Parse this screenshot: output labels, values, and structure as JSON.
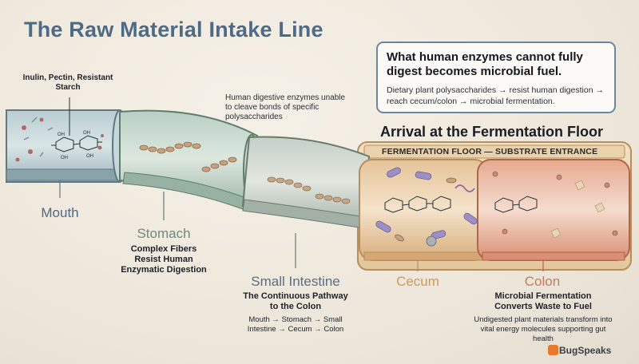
{
  "title": "The Raw Material Intake Line",
  "callout": {
    "heading": "What human enzymes cannot fully digest becomes microbial fuel.",
    "body": "Dietary plant polysaccharides → resist human digestion → reach cecum/colon → microbial fermentation."
  },
  "annotations": {
    "inulin": "Inulin, Pectin, Resistant Starch",
    "enzymes": "Human digestive enzymes unable to cleave bonds of specific polysaccharides"
  },
  "fermentation": {
    "heading": "Arrival at the Fermentation Floor",
    "banner": "FERMENTATION FLOOR — SUBSTRATE ENTRANCE"
  },
  "stages": {
    "mouth": {
      "name": "Mouth"
    },
    "stomach": {
      "name": "Stomach",
      "bold": "Complex Fibers Resist Human Enzymatic Digestion"
    },
    "small_intestine": {
      "name": "Small Intestine",
      "bold": "The Continuous Pathway to the Colon",
      "detail": "Mouth → Stomach → Small Intestine → Cecum → Colon"
    },
    "cecum": {
      "name": "Cecum"
    },
    "colon": {
      "name": "Colon",
      "bold": "Microbial Fermentation Converts Waste to Fuel",
      "detail": "Undigested plant materials transform into vital energy molecules supporting gut health"
    }
  },
  "logo": {
    "text": "BugSpeaks"
  },
  "colors": {
    "title": "#4d6a86",
    "blue_label": "#4d6a86",
    "green_label": "#6e8a7a",
    "grey_label": "#5a6e80",
    "cecum_label": "#d09a55",
    "colon_label": "#c97a5a"
  }
}
